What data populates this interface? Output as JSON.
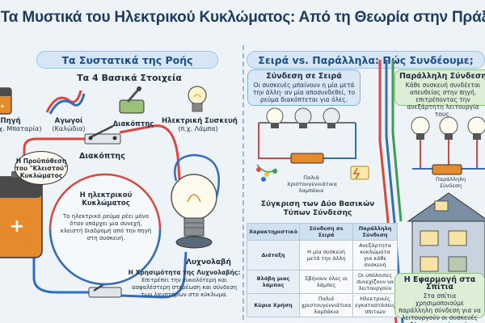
{
  "title": "Τα Μυστικά του Ηλεκτρικού Κυκλώματος: Από τη Θεωρία στην Πράξη",
  "left": {
    "section_title": "Τα Συστατικά της Ροής",
    "components_heading": "Τα 4 Βασικά Στοιχεία",
    "components": [
      {
        "name": "Πηγή",
        "sub": "(π.χ. Μπαταρία)",
        "icon": "battery-icon"
      },
      {
        "name": "Αγωγοί",
        "sub": "(Καλώδια)",
        "icon": "wire-icon"
      },
      {
        "name": "Διακόπτης",
        "sub": "",
        "icon": "switch-icon"
      },
      {
        "name": "Ηλεκτρική Συσκευή",
        "sub": "(π.χ. Λάμπα)",
        "icon": "bulb-icon"
      }
    ],
    "closed_circuit_bubble": "Η Προϋπόθεση του \"Κλειστού\" Κυκλώματος",
    "switch_label": "Διακόπτης",
    "loop_title": "Η ηλεκτρικού Κυκλώματος",
    "loop_text": "Το ηλεκτρικό ρεύμα ρέει μόνο όταν υπάρχει μια συνεχή, κλειστή διαδρομή από την πηγή στη συσκευή.",
    "bulb_label": "Λυχνολαβή",
    "bulb_title": "Η Χρησιμότητα της Λυχνολαβής:",
    "bulb_text": "Επιτρέπει την ευκολότερη και ασφαλέστερη στερέωση και σύνδεση των λαμπτήρων στο κύκλωμα."
  },
  "right": {
    "section_title": "Σειρά vs. Παράλληλα: Πώς Συνδέουμε;",
    "series": {
      "title": "Σύνδεση σε Σειρά",
      "text": "Οι συσκευές μπαίνουν η μία μετά την άλλη· αν μία αποσυνδεθεί, το ρεύμα διακόπτεται για όλες.",
      "lights_label": "Παλιά Χριστουγεννιάτικα λαμπάκια"
    },
    "parallel": {
      "title": "Παράλληλη Σύνδεση",
      "text": "Κάθε συσκευή συνδέεται απευθείας στην πηγή, επιτρέποντας την ανεξάρτητη λειτουργία τους.",
      "circuit_label": "Παράλληλη Σύνδεση"
    },
    "comparison_heading": "Σύγκριση των Δύο Βασικών Τύπων Σύνδεσης",
    "table": {
      "headers": [
        "Χαρακτηριστικό",
        "Σύνδεση σε Σειρά",
        "Παράλληλη Σύνδεση"
      ],
      "rows": [
        [
          "Διάταξη",
          "Η μία συσκευή μετά την άλλη",
          "Ανεξάρτητα κυκλώματα για κάθε συσκευή"
        ],
        [
          "Βλάβη μιας λάμπας",
          "Σβήνουν όλες οι λάμπες",
          "Οι υπόλοιπες συνεχίζουν να λειτουργούν"
        ],
        [
          "Κύρια Χρήση",
          "Παλιά χριστουγεννιάτικα λαμπάκια",
          "Ηλεκτρικές εγκαταστάσεις σπιτιών"
        ]
      ]
    },
    "house_title": "Η Εφαρμογή στα Σπίτια",
    "house_text": "Στα σπίτια χρησιμοποιούμε παράλληλη σύνδεση για να λειτουργούν οι συσκευές ανεξάρτητα η μία από την άλλη."
  },
  "colors": {
    "wire_red": "#d9473f",
    "wire_blue": "#2f6fbd",
    "wire_green": "#3e9a55",
    "battery_orange": "#e68a2e",
    "title_navy": "#1f3a5c"
  }
}
